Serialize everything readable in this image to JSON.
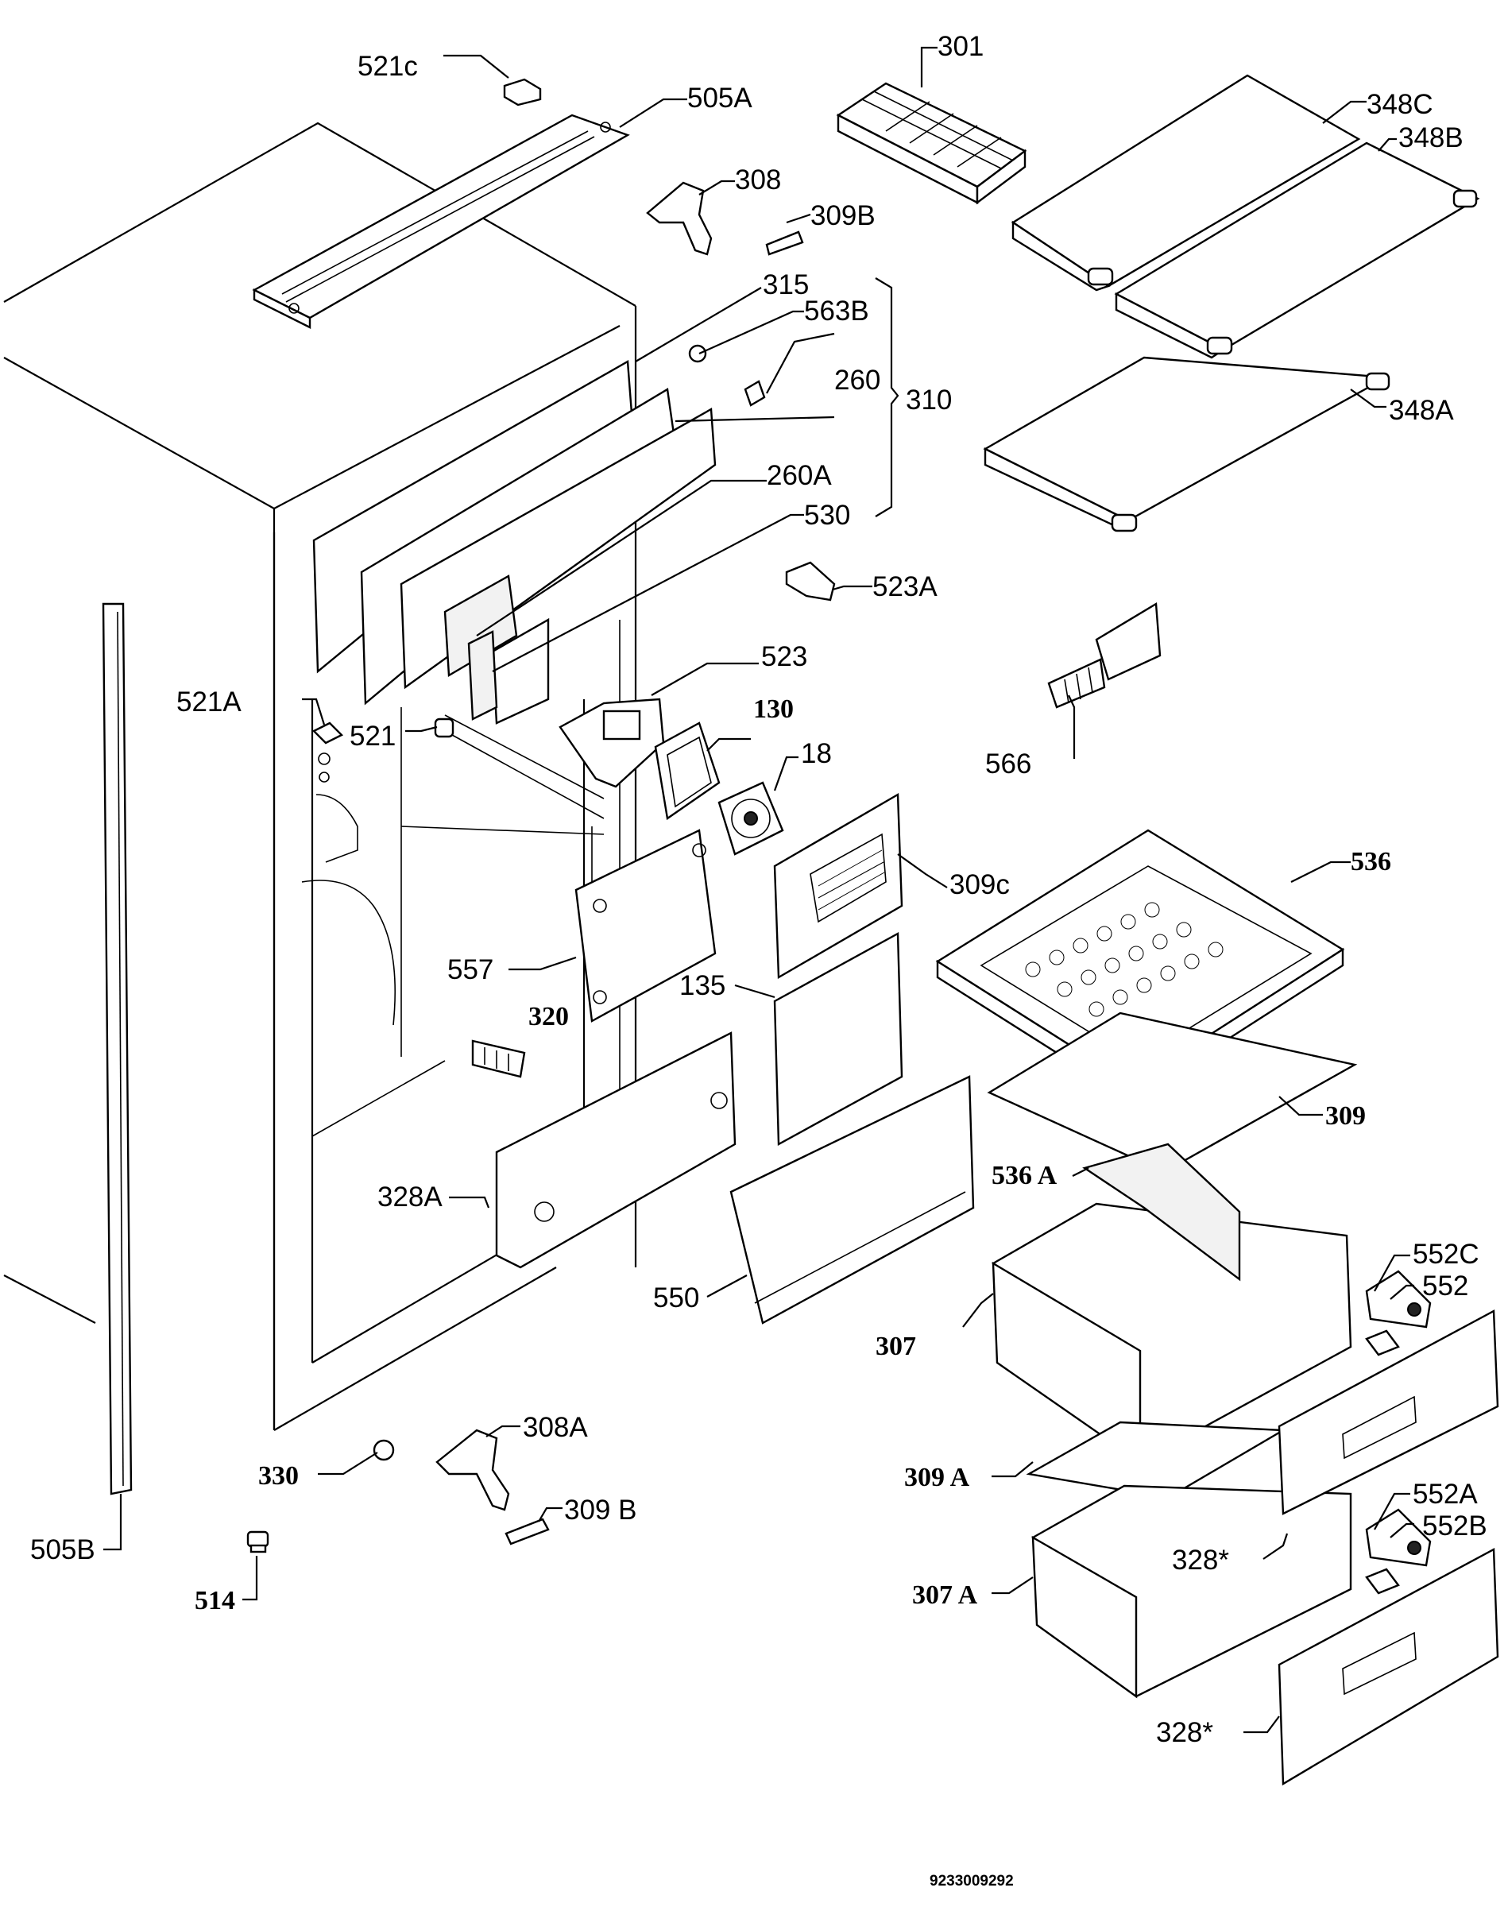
{
  "document_code": "9233009292",
  "labels": [
    {
      "id": "521c",
      "text": "521c"
    },
    {
      "id": "505a",
      "text": "505A"
    },
    {
      "id": "301",
      "text": "301"
    },
    {
      "id": "348c",
      "text": "348C"
    },
    {
      "id": "348b",
      "text": "348B"
    },
    {
      "id": "308",
      "text": "308"
    },
    {
      "id": "309b-top",
      "text": "309B"
    },
    {
      "id": "315",
      "text": "315"
    },
    {
      "id": "563b",
      "text": "563B"
    },
    {
      "id": "260",
      "text": "260"
    },
    {
      "id": "310",
      "text": "310"
    },
    {
      "id": "348a",
      "text": "348A"
    },
    {
      "id": "260a",
      "text": "260A"
    },
    {
      "id": "530",
      "text": "530"
    },
    {
      "id": "523a",
      "text": "523A"
    },
    {
      "id": "523",
      "text": "523"
    },
    {
      "id": "130",
      "text": "130"
    },
    {
      "id": "521a",
      "text": "521A"
    },
    {
      "id": "521",
      "text": "521"
    },
    {
      "id": "18",
      "text": "18"
    },
    {
      "id": "566",
      "text": "566"
    },
    {
      "id": "536",
      "text": "536"
    },
    {
      "id": "309c",
      "text": "309c"
    },
    {
      "id": "557",
      "text": "557"
    },
    {
      "id": "135",
      "text": "135"
    },
    {
      "id": "320",
      "text": "320"
    },
    {
      "id": "309",
      "text": "309"
    },
    {
      "id": "536a",
      "text": "536 A"
    },
    {
      "id": "328a",
      "text": "328A"
    },
    {
      "id": "552c",
      "text": "552C"
    },
    {
      "id": "552",
      "text": "552"
    },
    {
      "id": "550",
      "text": "550"
    },
    {
      "id": "307",
      "text": "307"
    },
    {
      "id": "308a",
      "text": "308A"
    },
    {
      "id": "330",
      "text": "330"
    },
    {
      "id": "309a",
      "text": "309 A"
    },
    {
      "id": "309b-bottom",
      "text": "309 B"
    },
    {
      "id": "552a",
      "text": "552A"
    },
    {
      "id": "552b",
      "text": "552B"
    },
    {
      "id": "505b",
      "text": "505B"
    },
    {
      "id": "328star-top",
      "text": "328*"
    },
    {
      "id": "307a",
      "text": "307 A"
    },
    {
      "id": "514",
      "text": "514"
    },
    {
      "id": "328star-bottom",
      "text": "328*"
    }
  ]
}
